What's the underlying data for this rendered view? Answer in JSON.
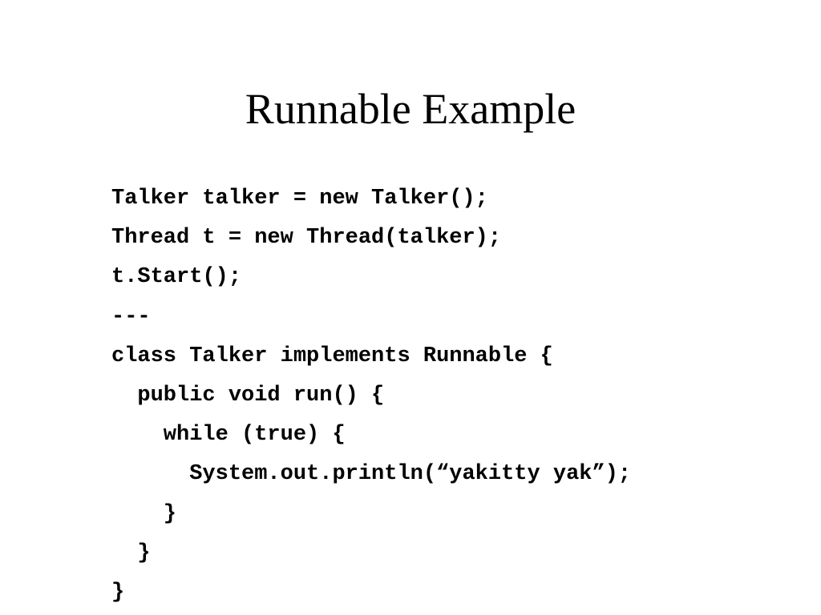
{
  "slide": {
    "title": "Runnable Example",
    "code_lines": [
      "Talker talker = new Talker();",
      "Thread t = new Thread(talker);",
      "t.Start();",
      "---",
      "class Talker implements Runnable {",
      "  public void run() {",
      "    while (true) {",
      "      System.out.println(“yakitty yak”);",
      "    }",
      "  }",
      "}"
    ]
  }
}
